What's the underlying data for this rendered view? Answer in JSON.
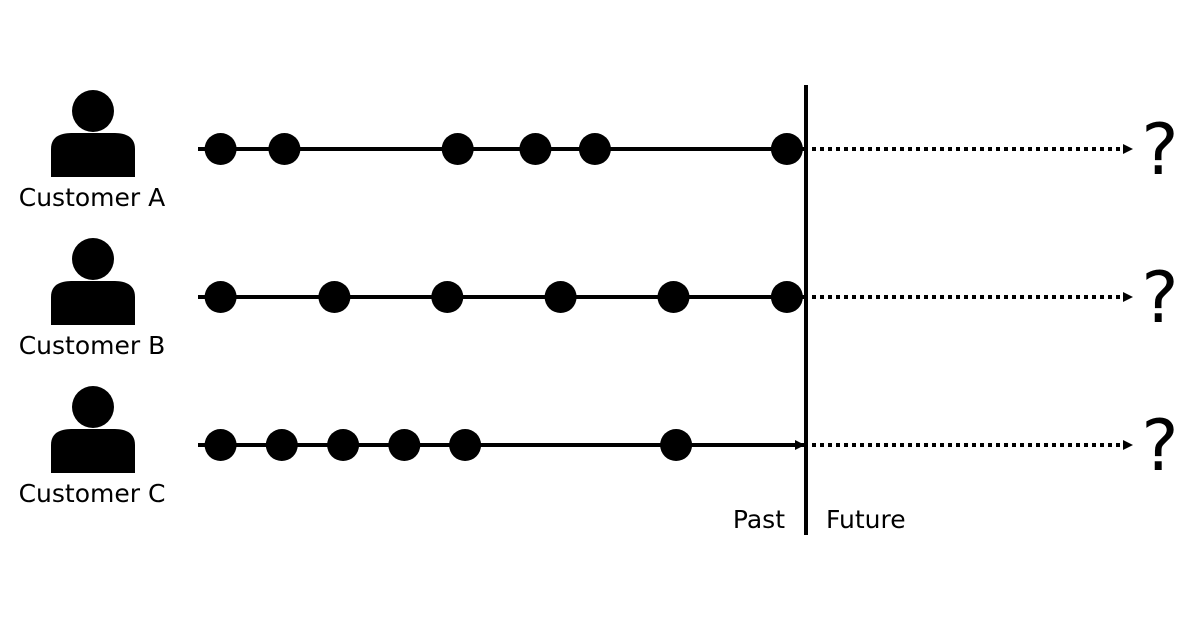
{
  "colors": {
    "ink": "#000000",
    "background": "#ffffff"
  },
  "labels": {
    "past": "Past",
    "future": "Future"
  },
  "customers": [
    {
      "name": "Customer A",
      "icon": "person-icon",
      "future_symbol": "?",
      "event_positions": [
        0.052,
        0.199,
        0.598,
        0.777,
        0.914,
        1.356
      ]
    },
    {
      "name": "Customer B",
      "icon": "person-icon",
      "future_symbol": "?",
      "event_positions": [
        0.052,
        0.314,
        0.574,
        0.835,
        1.095,
        1.356
      ]
    },
    {
      "name": "Customer C",
      "icon": "person-icon",
      "future_symbol": "?",
      "event_positions": [
        0.052,
        0.193,
        0.334,
        0.475,
        0.615,
        1.101
      ]
    }
  ]
}
